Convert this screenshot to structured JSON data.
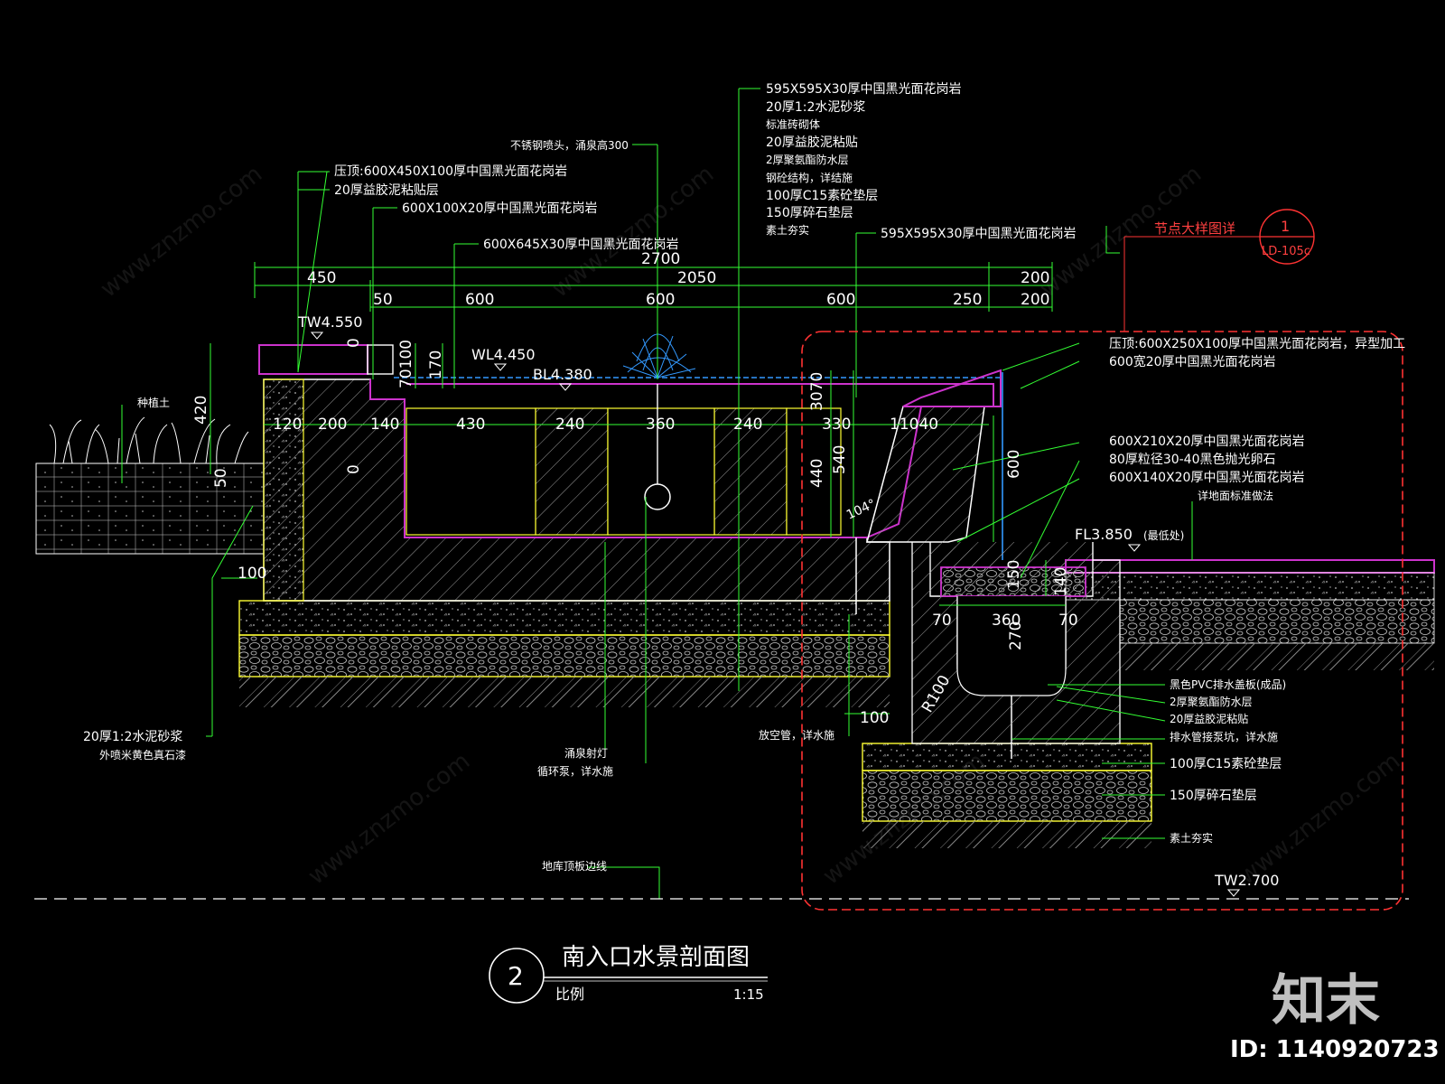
{
  "drawing": {
    "number": "2",
    "title": "南入口水景剖面图",
    "scale_label": "比例",
    "scale": "1:15",
    "detail_ref": {
      "label": "节点大样图详",
      "number": "1",
      "sheet": "LD-105c"
    }
  },
  "levels": {
    "tw_top": "TW4.550",
    "wl": "WL4.450",
    "bl": "BL4.380",
    "fl": "FL3.850",
    "fl_note": "(最低处)",
    "tw_bottom": "TW2.700"
  },
  "dimensions": {
    "total": "2700",
    "row1": [
      "450",
      "2050",
      "200"
    ],
    "row2": [
      "50",
      "600",
      "600",
      "600",
      "250",
      "200"
    ],
    "row3": [
      "120",
      "200",
      "140",
      "430",
      "240",
      "360",
      "240",
      "330",
      "11040"
    ],
    "vertical": [
      "420",
      "50",
      "70100",
      "170",
      "3070",
      "440",
      "540",
      "600",
      "150",
      "140",
      "270",
      "0",
      "0"
    ],
    "sump": [
      "70",
      "360",
      "70"
    ],
    "misc": [
      "100",
      "100",
      "R100",
      "104°"
    ]
  },
  "annotations_left": [
    "压顶:600X450X100厚中国黑光面花岗岩",
    "20厚益胶泥粘贴层",
    "600X100X20厚中国黑光面花岗岩",
    "600X645X30厚中国黑光面花岗岩"
  ],
  "annotations_center": [
    "595X595X30厚中国黑光面花岗岩",
    "20厚1:2水泥砂浆",
    "标准砖砌体",
    "20厚益胶泥粘贴",
    "2厚聚氨酯防水层",
    "钢砼结构，详结施",
    "100厚C15素砼垫层",
    "150厚碎石垫层",
    "素土夯实"
  ],
  "nozzle_note": "不锈钢喷头，涌泉高300",
  "top_right_note": "595X595X30厚中国黑光面花岗岩",
  "annotations_right_top": [
    "压顶:600X250X100厚中国黑光面花岗岩，异型加工",
    "600宽20厚中国黑光面花岗岩"
  ],
  "annotations_right_mid": [
    "600X210X20厚中国黑光面花岗岩",
    "80厚粒径30-40黑色抛光卵石",
    "600X140X20厚中国黑光面花岗岩",
    "详地面标准做法"
  ],
  "annotations_right_bottom": [
    "黑色PVC排水盖板(成品)",
    "2厚聚氨酯防水层",
    "20厚益胶泥粘贴",
    "排水管接泵坑，详水施",
    "100厚C15素砼垫层",
    "150厚碎石垫层",
    "素土夯实"
  ],
  "planting_label": "种植土",
  "left_bottom_note": [
    "20厚1:2水泥砂浆",
    "外喷米黄色真石漆"
  ],
  "bottom_notes": [
    "涌泉射灯",
    "循环泵，详水施"
  ],
  "vent_note": "放空管，详水施",
  "slab_note": "地库顶板边线",
  "watermark": {
    "site": "www.znzmo.com",
    "brand": "知末",
    "id": "ID: 1140920723"
  },
  "colors": {
    "background": "#000000",
    "hatch": "#ffffff",
    "outline": "#ffff33",
    "leader": "#33ff33",
    "finish": "#cc33cc",
    "fountain": "#3399ff",
    "detail_box": "#ff3333"
  }
}
